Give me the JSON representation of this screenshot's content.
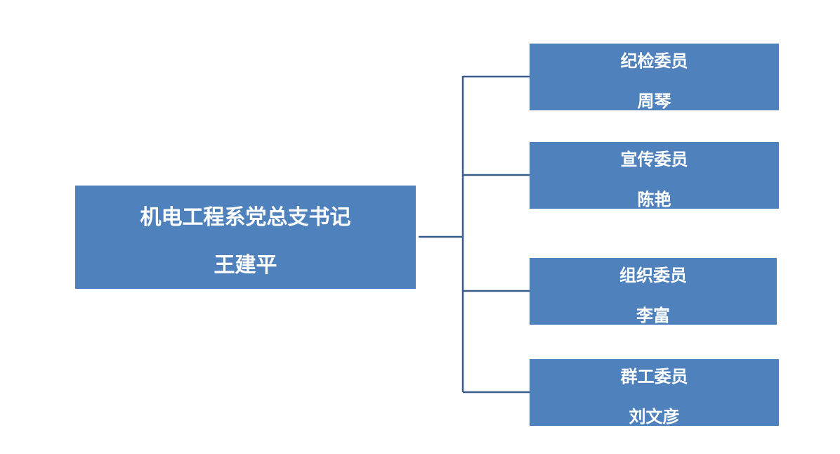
{
  "org_chart": {
    "root": {
      "title": "机电工程系党总支书记",
      "name": "王建平"
    },
    "members": [
      {
        "role": "纪检委员",
        "name": "周琴"
      },
      {
        "role": "宣传委员",
        "name": "陈艳"
      },
      {
        "role": "组织委员",
        "name": "李富"
      },
      {
        "role": "群工委员",
        "name": "刘文彦"
      }
    ]
  },
  "colors": {
    "box_fill": "#4f81bd",
    "connector": "#385d8a",
    "text": "#ffffff"
  }
}
